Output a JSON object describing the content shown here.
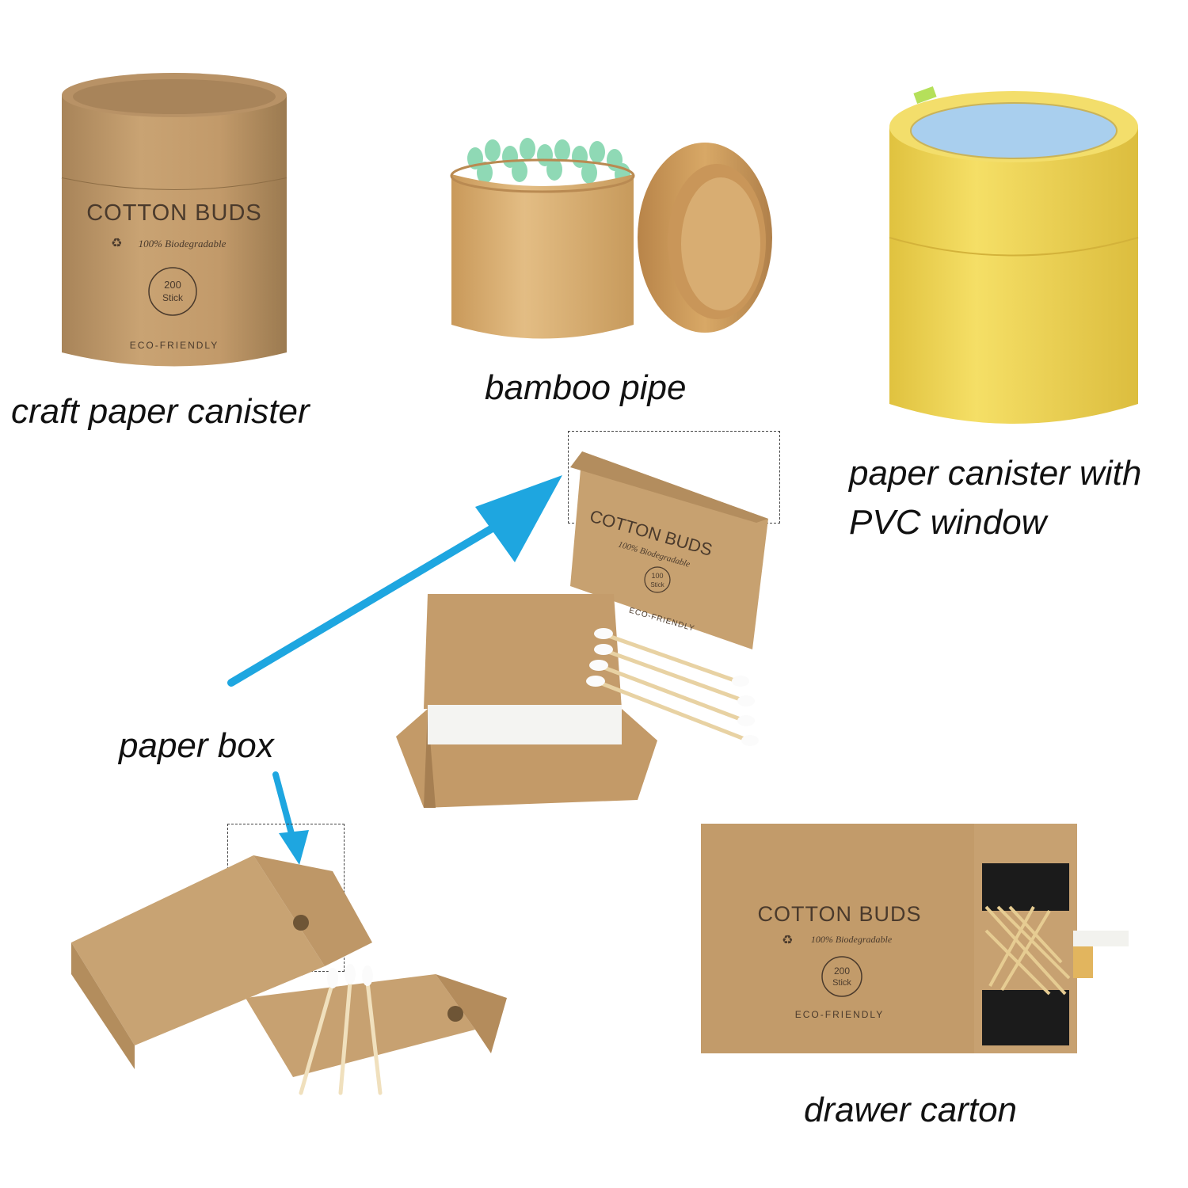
{
  "captions": {
    "craft_paper_canister": "craft paper canister",
    "bamboo_pipe": "bamboo pipe",
    "paper_canister_pvc_line1": "paper canister with",
    "paper_canister_pvc_line2": "PVC window",
    "paper_box": "paper box",
    "drawer_carton": "drawer carton"
  },
  "packaging_print": {
    "canister_brand": "COTTON BUDS",
    "canister_tagline": "100% Biodegradable",
    "canister_count_number": "200",
    "canister_count_unit": "Stick",
    "canister_footer": "ECO-FRIENDLY",
    "box_brand": "COTTON BUDS",
    "box_tagline": "100% Biodegradable",
    "box_count_number": "100",
    "box_count_unit": "Stick",
    "box_footer": "ECO-FRIENDLY",
    "drawer_brand": "COTTON BUDS",
    "drawer_tagline": "100% Biodegradable",
    "drawer_count_number": "200",
    "drawer_count_unit": "Stick",
    "drawer_footer": "ECO-FRIENDLY"
  },
  "colors": {
    "kraft": "#c19a6b",
    "kraft_dark": "#a67f52",
    "bamboo": "#d7ad6e",
    "yellow_paper": "#f0d654",
    "arrow_blue": "#1ea6e0",
    "green_tips": "#8fd9b5",
    "blue_tips": "#a9cfee"
  }
}
